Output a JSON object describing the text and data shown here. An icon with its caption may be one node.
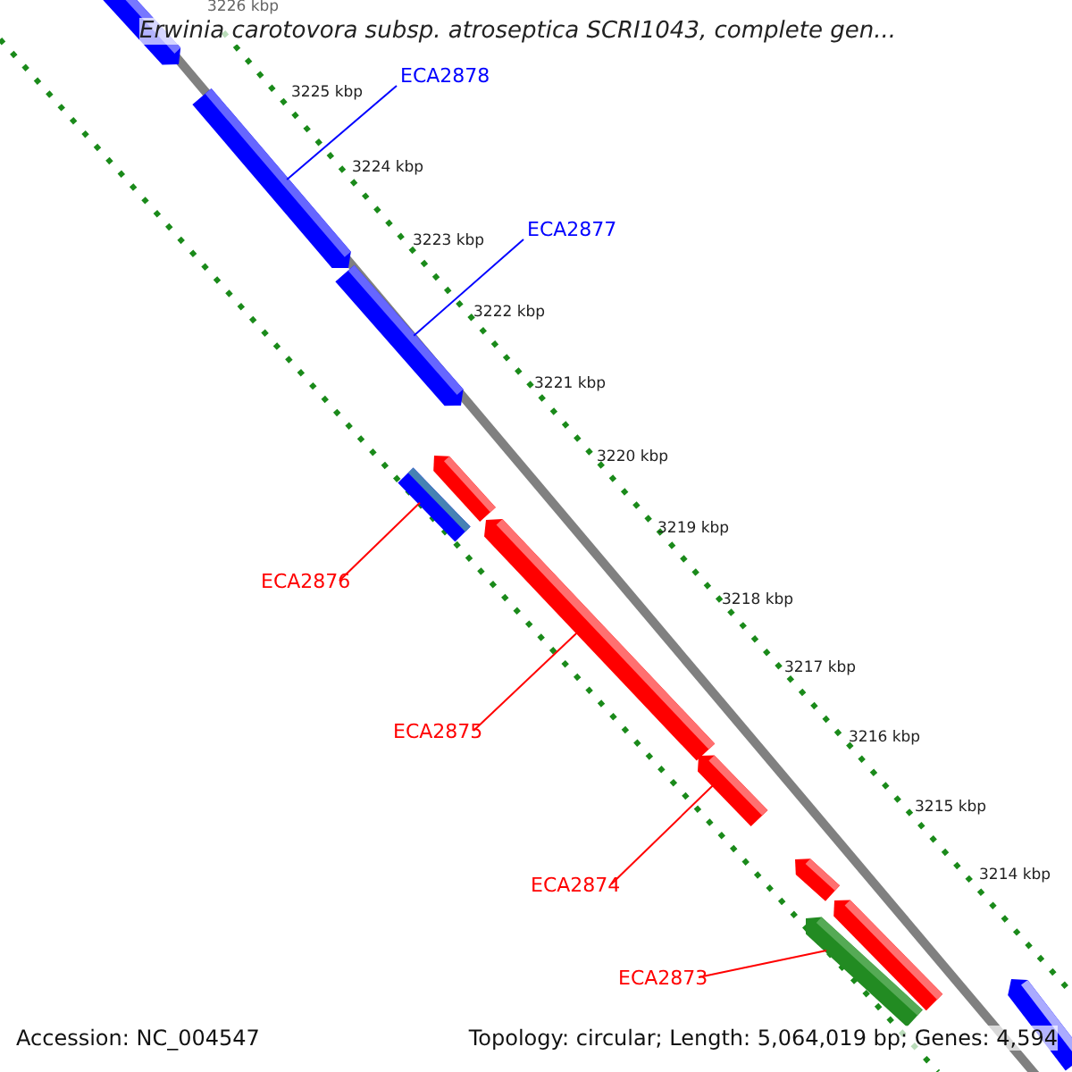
{
  "diagram": {
    "title": "Erwinia carotovora subsp. atroseptica SCRI1043, complete gen...",
    "nodes": [
      {
        "text": [
          "ECA2878"
        ]
      },
      {
        "text": [
          "ECA2877"
        ]
      },
      {
        "text": [
          "ECA2876"
        ]
      },
      {
        "text": [
          "ECA2875"
        ]
      },
      {
        "text": [
          "ECA2874"
        ]
      },
      {
        "text": [
          "ECA2873"
        ]
      },
      {
        "text": [],
        "shape": "bar"
      },
      {
        "text": [],
        "shape": "bar"
      },
      {
        "text": [],
        "shape": "bar"
      },
      {
        "text": [],
        "shape": "bar"
      },
      {
        "text": [],
        "shape": "bar"
      },
      {
        "text": [],
        "shape": "bar"
      },
      {
        "text": [],
        "shape": "bar"
      },
      {
        "text": [],
        "shape": "bar"
      },
      {
        "text": [],
        "shape": "bar"
      },
      {
        "text": [],
        "shape": "bar"
      },
      {
        "text": [],
        "shape": "bar"
      }
    ],
    "edges": [
      {
        "from": 0,
        "to": 7,
        "arrow": "none",
        "color": "#0000ff"
      },
      {
        "from": 1,
        "to": 8,
        "arrow": "none",
        "color": "#0000ff"
      },
      {
        "from": 2,
        "to": 9,
        "arrow": "none"
      },
      {
        "from": 3,
        "to": 11,
        "arrow": "none"
      },
      {
        "from": 4,
        "to": 12,
        "arrow": "none"
      },
      {
        "from": 5,
        "to": 15,
        "arrow": "none"
      }
    ],
    "labels": [
      "3226 kbp",
      "3225 kbp",
      "3224 kbp",
      "3223 kbp",
      "3222 kbp",
      "3221 kbp",
      "3220 kbp",
      "3219 kbp",
      "3218 kbp",
      "3217 kbp",
      "3216 kbp",
      "3215 kbp",
      "3214 kbp",
      "Accession: NC_004547",
      "Topology: circular; Length: 5,064,019 bp; Genes: 4,594"
    ]
  }
}
